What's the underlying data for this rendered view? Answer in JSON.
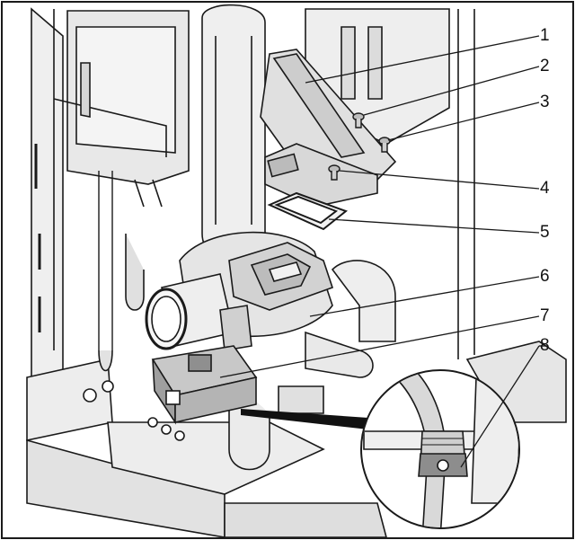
{
  "figure": {
    "callouts": [
      {
        "number": "1"
      },
      {
        "number": "2"
      },
      {
        "number": "3"
      },
      {
        "number": "4"
      },
      {
        "number": "5"
      },
      {
        "number": "6"
      },
      {
        "number": "7"
      },
      {
        "number": "8"
      }
    ]
  },
  "colors": {
    "line": "#1a1a1a",
    "shade_light": "#e6e6e6",
    "shade_mid": "#cfcfcf",
    "shade_dark": "#9a9a9a",
    "background": "#ffffff"
  }
}
